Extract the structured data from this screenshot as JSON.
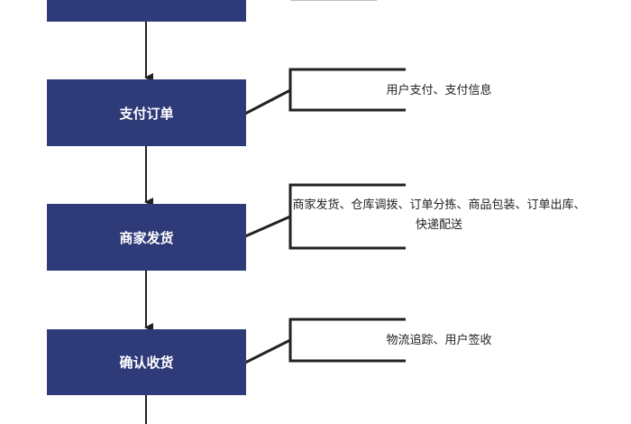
{
  "steps": [
    {
      "label": ""
    },
    {
      "label": "支付订单"
    },
    {
      "label": "商家发货"
    },
    {
      "label": "确认收货"
    }
  ],
  "notes": [
    {
      "text": ""
    },
    {
      "text": "用户支付、支付信息"
    },
    {
      "text": "商家发货、仓库调拨、订单分拣、商品包装、订单出库、快递配送"
    },
    {
      "text": "物流追踪、用户签收"
    }
  ],
  "colors": {
    "box": "#2f3b79",
    "line": "#222222"
  }
}
